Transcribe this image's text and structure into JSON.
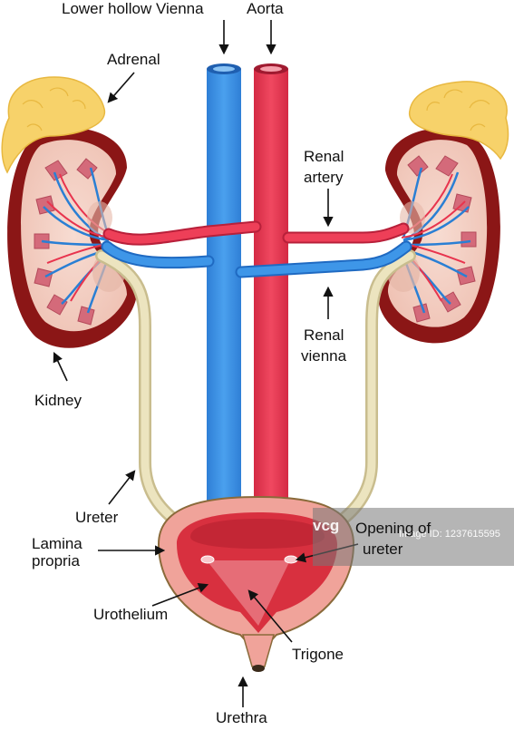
{
  "labels": {
    "lower_hollow_vienna": "Lower hollow Vienna",
    "aorta": "Aorta",
    "adrenal": "Adrenal",
    "renal_artery_1": "Renal",
    "renal_artery_2": "artery",
    "renal_vienna_1": "Renal",
    "renal_vienna_2": "vienna",
    "kidney": "Kidney",
    "ureter": "Ureter",
    "lamina_propria_1": "Lamina",
    "lamina_propria_2": "propria",
    "opening_1": "Opening of",
    "opening_2": "ureter",
    "urothelium": "Urothelium",
    "trigone": "Trigone",
    "urethra": "Urethra"
  },
  "watermark": {
    "text": "vcg",
    "id": "Image ID: 1237615595"
  },
  "colors": {
    "vein": "#3a8ee0",
    "artery": "#e8344e",
    "adrenal": "#f7d26a",
    "kidney_outer": "#8a1a1a",
    "kidney_inner": "#f4cfc4",
    "ureter": "#e6dbb0",
    "bladder_outer": "#f0a39a",
    "bladder_inner": "#d8303f"
  }
}
